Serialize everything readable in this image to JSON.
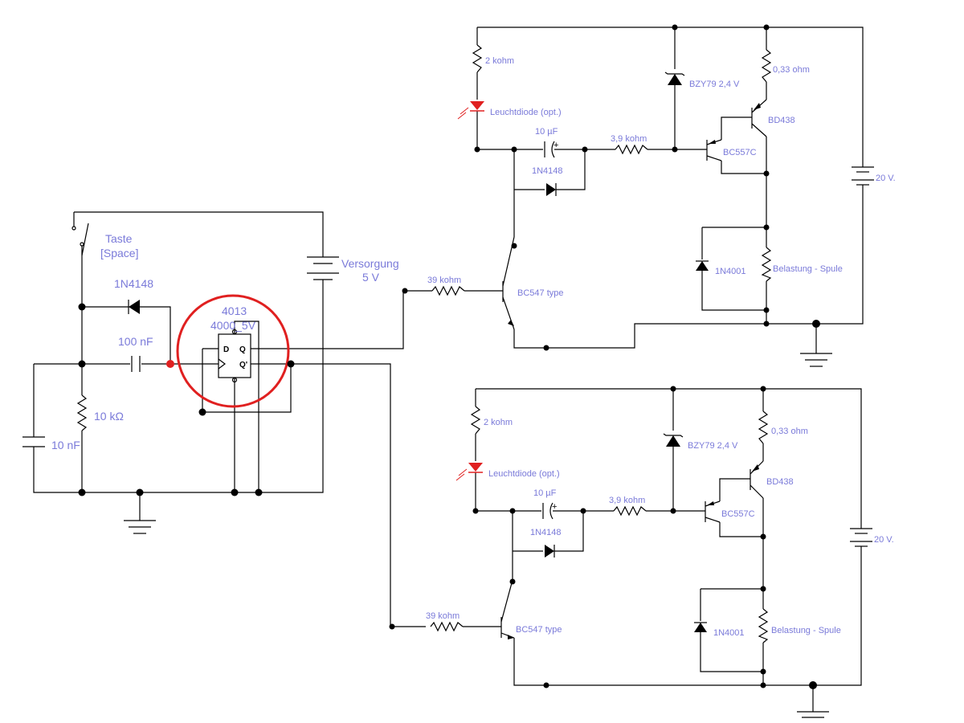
{
  "colors": {
    "wire": "#000000",
    "label": "#7a7ad9",
    "highlight": "#e02020",
    "led": "#e02020"
  },
  "left": {
    "switch": [
      "Taste",
      "[Space]"
    ],
    "supply": [
      "Versorgung",
      "5 V"
    ],
    "diode": "1N4148",
    "cap_coupling": "100 nF",
    "resistor": "10 kΩ",
    "cap_filter": "10 nF",
    "ic": [
      "4013",
      "4000_5V"
    ],
    "pins": {
      "d": "D",
      "q": "Q",
      "qn": "Q'"
    }
  },
  "top": {
    "r_led": "2 kohm",
    "led": "Leuchtdiode (opt.)",
    "cap": "10 µF",
    "cap_plus": "+",
    "diode": "1N4148",
    "r_base": "3,9 kohm",
    "zener": "BZY79 2,4 V",
    "r_shunt": "0,33 ohm",
    "power_transistor": "BD438",
    "transistor_pnp": "BC557C",
    "battery": "20 V.",
    "flyback": "1N4001",
    "load": "Belastung - Spule",
    "r_in": "39 kohm",
    "transistor_npn": "BC547 type"
  },
  "bottom": {
    "r_led": "2 kohm",
    "led": "Leuchtdiode (opt.)",
    "cap": "10 µF",
    "cap_plus": "+",
    "diode": "1N4148",
    "r_base": "3,9 kohm",
    "zener": "BZY79 2,4 V",
    "r_shunt": "0,33 ohm",
    "power_transistor": "BD438",
    "transistor_pnp": "BC557C",
    "battery": "20 V.",
    "flyback": "1N4001",
    "load": "Belastung - Spule",
    "r_in": "39 kohm",
    "transistor_npn": "BC547 type"
  }
}
